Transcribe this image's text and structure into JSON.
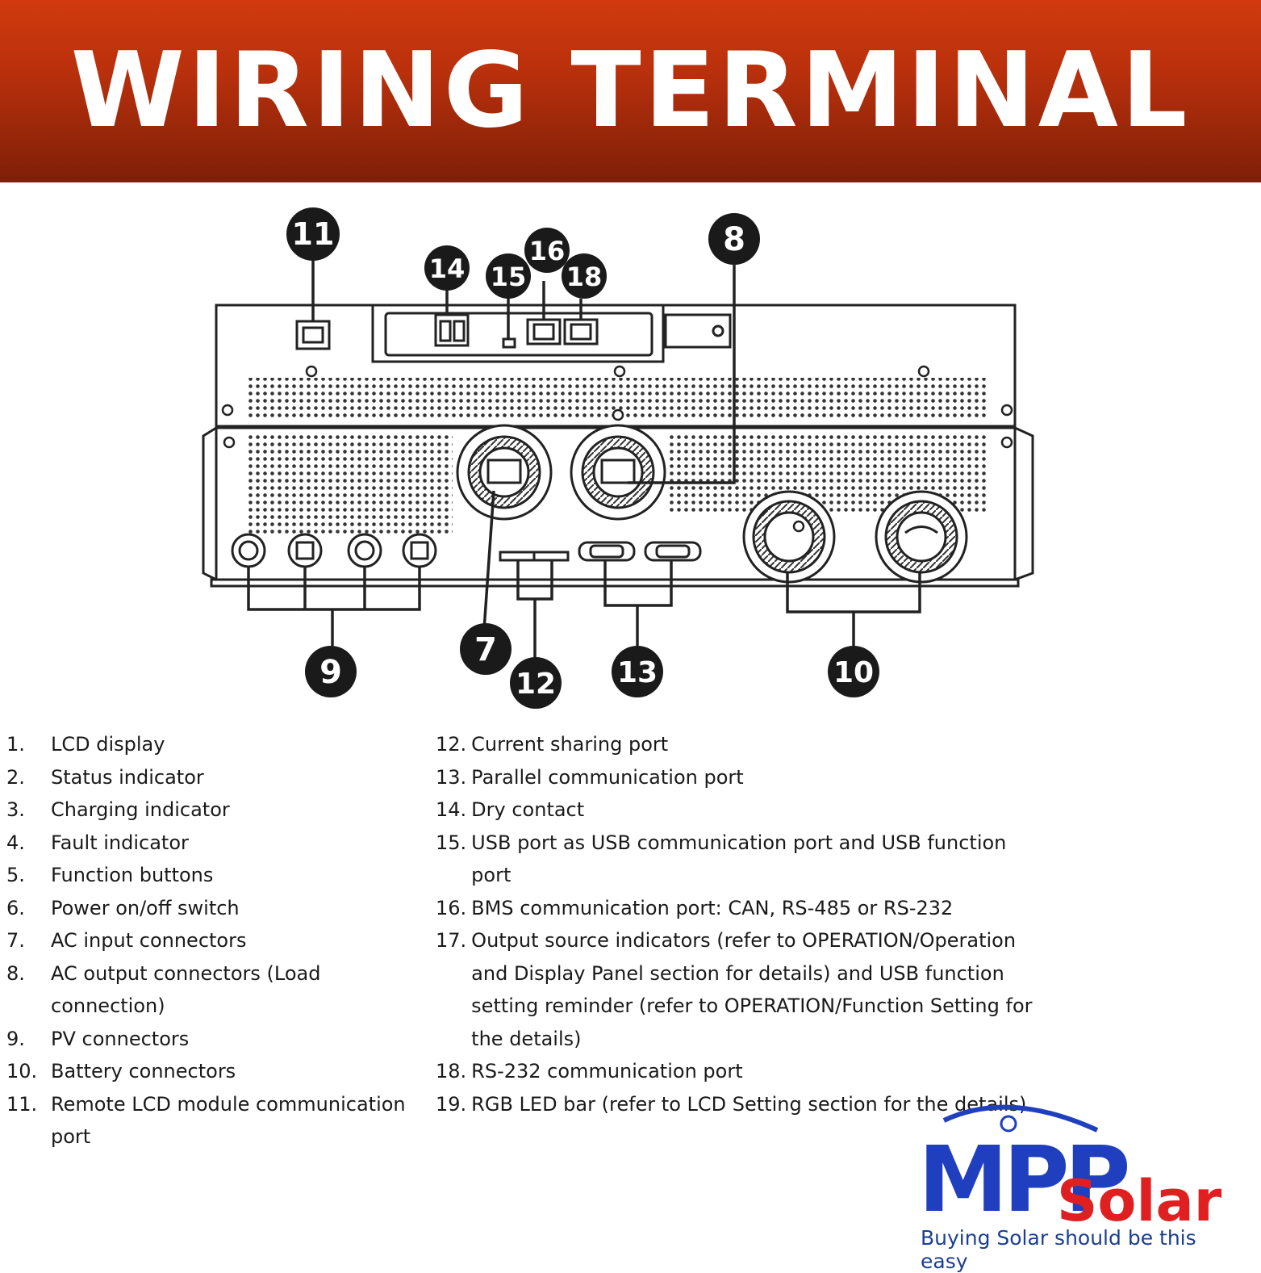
{
  "header": {
    "title": "WIRING TERMINAL"
  },
  "callouts": {
    "c7": "7",
    "c8": "8",
    "c9": "9",
    "c10": "10",
    "c11": "11",
    "c12": "12",
    "c13": "13",
    "c14": "14",
    "c15": "15",
    "c16": "16",
    "c18": "18"
  },
  "legend_left": [
    {
      "num": "1.",
      "text": "LCD display"
    },
    {
      "num": "2.",
      "text": "Status indicator"
    },
    {
      "num": "3.",
      "text": "Charging indicator"
    },
    {
      "num": "4.",
      "text": "Fault indicator"
    },
    {
      "num": "5.",
      "text": "Function buttons"
    },
    {
      "num": "6.",
      "text": "Power on/off switch"
    },
    {
      "num": "7.",
      "text": "AC input connectors"
    },
    {
      "num": "8.",
      "text": "AC output connectors (Load connection)"
    },
    {
      "num": "9.",
      "text": "PV connectors"
    },
    {
      "num": "10.",
      "text": "Battery connectors"
    },
    {
      "num": "11.",
      "text": "Remote LCD module communication port"
    }
  ],
  "legend_right": [
    {
      "num": "12.",
      "text": "Current sharing port"
    },
    {
      "num": "13.",
      "text": "Parallel communication port"
    },
    {
      "num": "14.",
      "text": "Dry contact"
    },
    {
      "num": "15.",
      "text": "USB port as USB communication port and USB function port"
    },
    {
      "num": "16.",
      "text": "BMS communication port: CAN, RS-485 or RS-232"
    },
    {
      "num": "17.",
      "text": "Output source indicators (refer to OPERATION/Operation and Display Panel section for details) and USB function setting reminder (refer to OPERATION/Function Setting for the details)"
    },
    {
      "num": "18.",
      "text": "RS-232 communication port"
    },
    {
      "num": "19.",
      "text": "RGB LED bar (refer to LCD Setting section for the details)"
    }
  ],
  "logo": {
    "letters_mpp": "MPP",
    "word_solar": "Solar",
    "tagline": "Buying Solar should be this easy",
    "blue": "#1f3fbf",
    "red": "#e02020"
  },
  "colors": {
    "banner_top": "#d13a0e",
    "banner_bottom": "#7e1f08",
    "line": "#222222"
  }
}
